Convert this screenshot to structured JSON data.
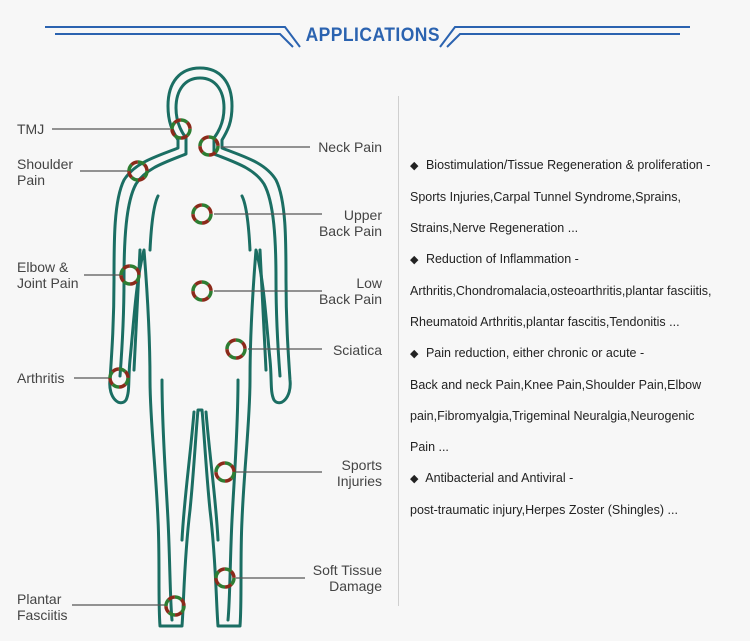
{
  "header": {
    "title": "APPLICATIONS"
  },
  "labels": {
    "tmj": "TMJ",
    "shoulder": [
      "Shoulder",
      "Pain"
    ],
    "elbow": [
      "Elbow &",
      "Joint Pain"
    ],
    "arthritis": "Arthritis",
    "plantar": [
      "Plantar",
      "Fasciitis"
    ],
    "neck": "Neck Pain",
    "upper_back": [
      "Upper",
      "Back Pain"
    ],
    "low_back": [
      "Low",
      "Back Pain"
    ],
    "sciatica": "Sciatica",
    "sports": [
      "Sports",
      "Injuries"
    ],
    "soft_tissue": [
      "Soft Tissue",
      "Damage"
    ]
  },
  "applications": {
    "bullet_glyph": "◆",
    "items": [
      {
        "heading": "Biostimulation/Tissue Regeneration & proliferation -",
        "details": [
          "Sports Injuries,Carpal Tunnel Syndrome,Sprains,",
          "Strains,Nerve Regeneration ..."
        ]
      },
      {
        "heading": "Reduction of Inflammation -",
        "details": [
          "Arthritis,Chondromalacia,osteoarthritis,plantar fasciitis,",
          "Rheumatoid Arthritis,plantar fascitis,Tendonitis ..."
        ]
      },
      {
        "heading": "Pain reduction, either chronic or acute -",
        "details": [
          "Back and neck Pain,Knee Pain,Shoulder Pain,Elbow",
          "pain,Fibromyalgia,Trigeminal Neuralgia,Neurogenic",
          "Pain ..."
        ]
      },
      {
        "heading": "Antibacterial and Antiviral -",
        "details": [
          "post-traumatic injury,Herpes Zoster (Shingles) ..."
        ]
      }
    ]
  },
  "colors": {
    "title_blue": "#2b63b0",
    "body_outline": "#1b6e63",
    "marker_green": "#2e7d32",
    "marker_red": "#8b2a1a"
  }
}
